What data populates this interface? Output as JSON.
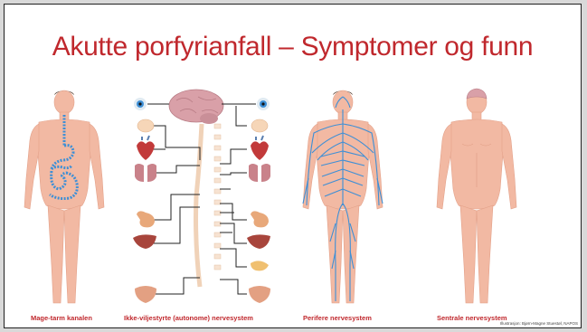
{
  "slide": {
    "title": "Akutte porfyrianfall – Symptomer og funn",
    "captions": {
      "gi": "Mage-tarm kanalen",
      "autonomic": "Ikke-viljestyrte (autonome) nervesystem",
      "peripheral": "Perifere nervesystem",
      "central": "Sentrale nervesystem"
    },
    "credit": "Illustrasjon: Bjørn-Magne Stuestøl, NAPOS"
  },
  "colors": {
    "title": "#c0282d",
    "skin": "#f2b9a3",
    "skin_dark": "#e3a189",
    "hair": "#4a2f1f",
    "nerves": "#3d8fd6",
    "organ_red": "#c23a3a",
    "brain": "#d9a0a8",
    "spine": "#f0d2b8"
  }
}
